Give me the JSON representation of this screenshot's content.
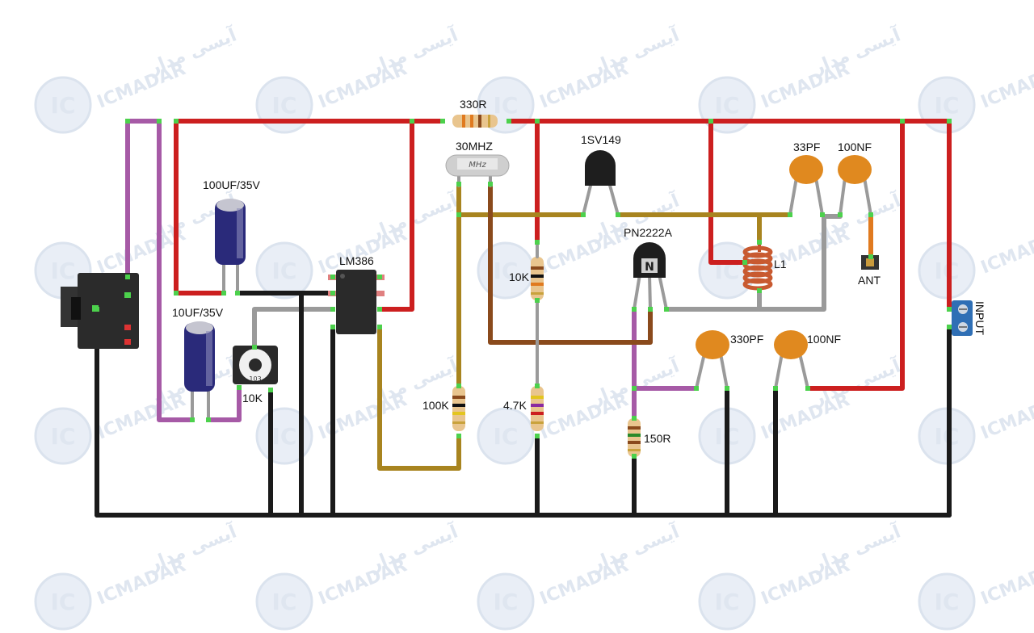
{
  "watermark": {
    "logo": "IC",
    "brand": "ICMADAR",
    "fa": "آیسی مدار"
  },
  "labels": {
    "r330": "330R",
    "xtal": "30MHZ",
    "xtal_mark": "MHz",
    "d1": "1SV149",
    "c33p": "33PF",
    "c100n_top": "100NF",
    "c100u": "100UF/35V",
    "lm386": "LM386",
    "q1": "PN2222A",
    "q1_mark": "N",
    "l1": "L1",
    "ant": "ANT",
    "r10k": "10K",
    "c10u": "10UF/35V",
    "pot": "10K",
    "pot_mark": "103",
    "c330p": "330PF",
    "c100n_bot": "100NF",
    "input": "INPUT",
    "r100k": "100K",
    "r4k7": "4.7K",
    "r150": "150R"
  },
  "colors": {
    "red": "#cc1f1f",
    "black": "#1a1a1a",
    "purple": "#a65aa6",
    "gold": "#a8841f",
    "brown": "#8a4a1c",
    "gray": "#9a9a9a",
    "capacitor": "#e0891f",
    "electrolytic": "#2a2a7a",
    "terminal": "#2f6fb5",
    "pin": "#4cd14c"
  }
}
